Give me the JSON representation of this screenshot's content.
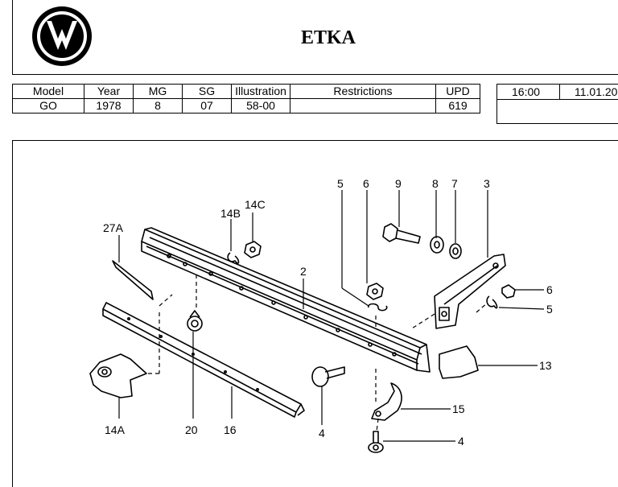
{
  "header": {
    "title": "ETKA",
    "logo_icon": "volkswagen-logo-icon"
  },
  "info_table": {
    "headers": [
      "Model",
      "Year",
      "MG",
      "SG",
      "Illustration",
      "Restrictions",
      "UPD"
    ],
    "values": [
      "GO",
      "1978",
      "8",
      "07",
      "58-00",
      "",
      "619"
    ]
  },
  "timestamp": {
    "time": "16:00",
    "date": "11.01.20"
  },
  "diagram": {
    "callouts": [
      "5",
      "6",
      "9",
      "8",
      "7",
      "3",
      "14B",
      "14C",
      "27A",
      "2",
      "6",
      "5",
      "13",
      "15",
      "14A",
      "20",
      "16",
      "4",
      "4"
    ]
  }
}
